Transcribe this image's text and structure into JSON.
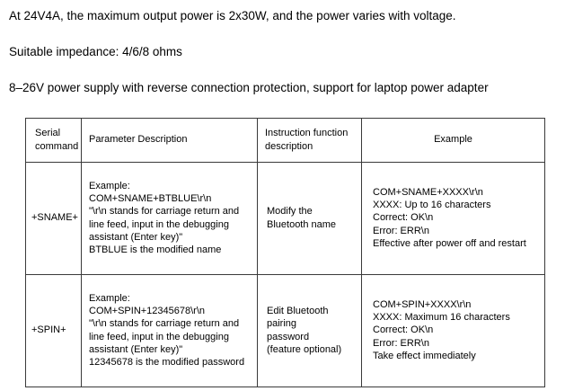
{
  "page": {
    "paragraphs": [
      "At 24V4A, the maximum output power is 2x30W, and the power varies with voltage.",
      "Suitable impedance: 4/6/8 ohms",
      "8–26V power supply with reverse connection protection, support for laptop power adapter"
    ]
  },
  "table": {
    "headers": {
      "serial": "Serial\ncommand",
      "param": "Parameter Description",
      "func": "Instruction function\ndescription",
      "example": "Example"
    },
    "rows": [
      {
        "command": "+SNAME+",
        "param": "Example:\n COM+SNAME+BTBLUE\\r\\n\n\"\\r\\n stands for carriage return and\n line feed, input in the debugging\n assistant (Enter key)\"\nBTBLUE is the modified name",
        "func": "Modify the\nBluetooth name",
        "example": "COM+SNAME+XXXX\\r\\n\nXXXX: Up to 16 characters\nCorrect: OK\\n\nError: ERR\\n\nEffective after power off and restart"
      },
      {
        "command": "+SPIN+",
        "param": "Example:\nCOM+SPIN+12345678\\r\\n\n\"\\r\\n stands for carriage return and\n line feed, input in the debugging\n assistant (Enter key)\"\n12345678 is the modified password",
        "func": "Edit Bluetooth pairing\npassword\n(feature optional)",
        "example": "COM+SPIN+XXXX\\r\\n\nXXXX: Maximum 16 characters\nCorrect: OK\\n\nError: ERR\\n\nTake effect immediately"
      }
    ]
  }
}
